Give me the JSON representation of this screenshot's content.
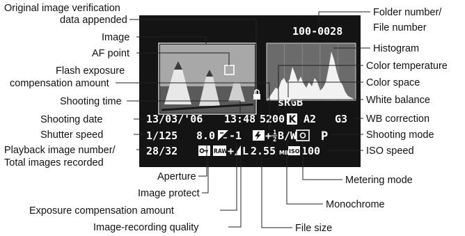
{
  "callouts": {
    "original_verification_1": "Original image verification",
    "original_verification_2": "data appended",
    "image": "Image",
    "af_point": "AF point",
    "flash_comp_1": "Flash exposure",
    "flash_comp_2": "compensation amount",
    "shooting_time": "Shooting time",
    "shooting_date": "Shooting date",
    "shutter_speed": "Shutter speed",
    "playback_number_1": "Playback image number/",
    "playback_number_2": "Total images recorded",
    "aperture": "Aperture",
    "image_protect": "Image protect",
    "exposure_comp": "Exposure compensation amount",
    "recording_quality": "Image-recording quality",
    "folder_number_1": "Folder number/",
    "folder_number_2": "File number",
    "histogram": "Histogram",
    "color_temperature": "Color temperature",
    "color_space": "Color space",
    "white_balance": "White balance",
    "wb_correction": "WB correction",
    "shooting_mode": "Shooting mode",
    "iso_speed": "ISO speed",
    "metering_mode": "Metering mode",
    "monochrome": "Monochrome",
    "file_size": "File size"
  },
  "lcd": {
    "folder_file": "100-0028",
    "time": "13:48",
    "date": "13/03/'06",
    "shutter": "1/125",
    "aperture": "8.0",
    "exposure_comp": "-1",
    "flash_comp": "+",
    "flash_half_num": "1",
    "flash_half_den": "2",
    "monochrome": "B/W",
    "mode": "P",
    "playback": "28/32",
    "quality_prefix": "+",
    "file_size": "2.55",
    "file_size_unit": "MB",
    "iso_badge": "ISO",
    "iso": "100",
    "color_temp": "5200",
    "wb_badge": "K",
    "wb_shift": "A2",
    "wb_shift2": "G3",
    "color_space": "sRGB",
    "raw_badge": "RAW",
    "l_size": "L"
  }
}
